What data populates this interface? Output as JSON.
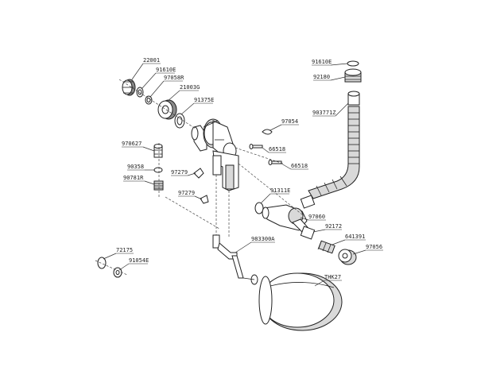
{
  "diagram": {
    "labels": {
      "p22001": "22001",
      "p91610e_a": "91610E",
      "p97058r": "97058R",
      "p21003g": "21003G",
      "p91375e": "91375E",
      "p97054": "97054",
      "p66518_a": "66518",
      "p66518_b": "66518",
      "p970627": "970627",
      "p90358": "90358",
      "p90781r": "90781R",
      "p97279_a": "97279",
      "p97279_b": "97279",
      "p91311e": "91311E",
      "p97060": "97060",
      "p92172": "92172",
      "p641391": "641391",
      "p97056": "97056",
      "p983300a": "983300A",
      "p72175": "72175",
      "p91054e": "91054E",
      "pthk27": "THK27",
      "p91610e_b": "91610E",
      "p92180": "92180",
      "p903771z": "903771Z"
    }
  }
}
